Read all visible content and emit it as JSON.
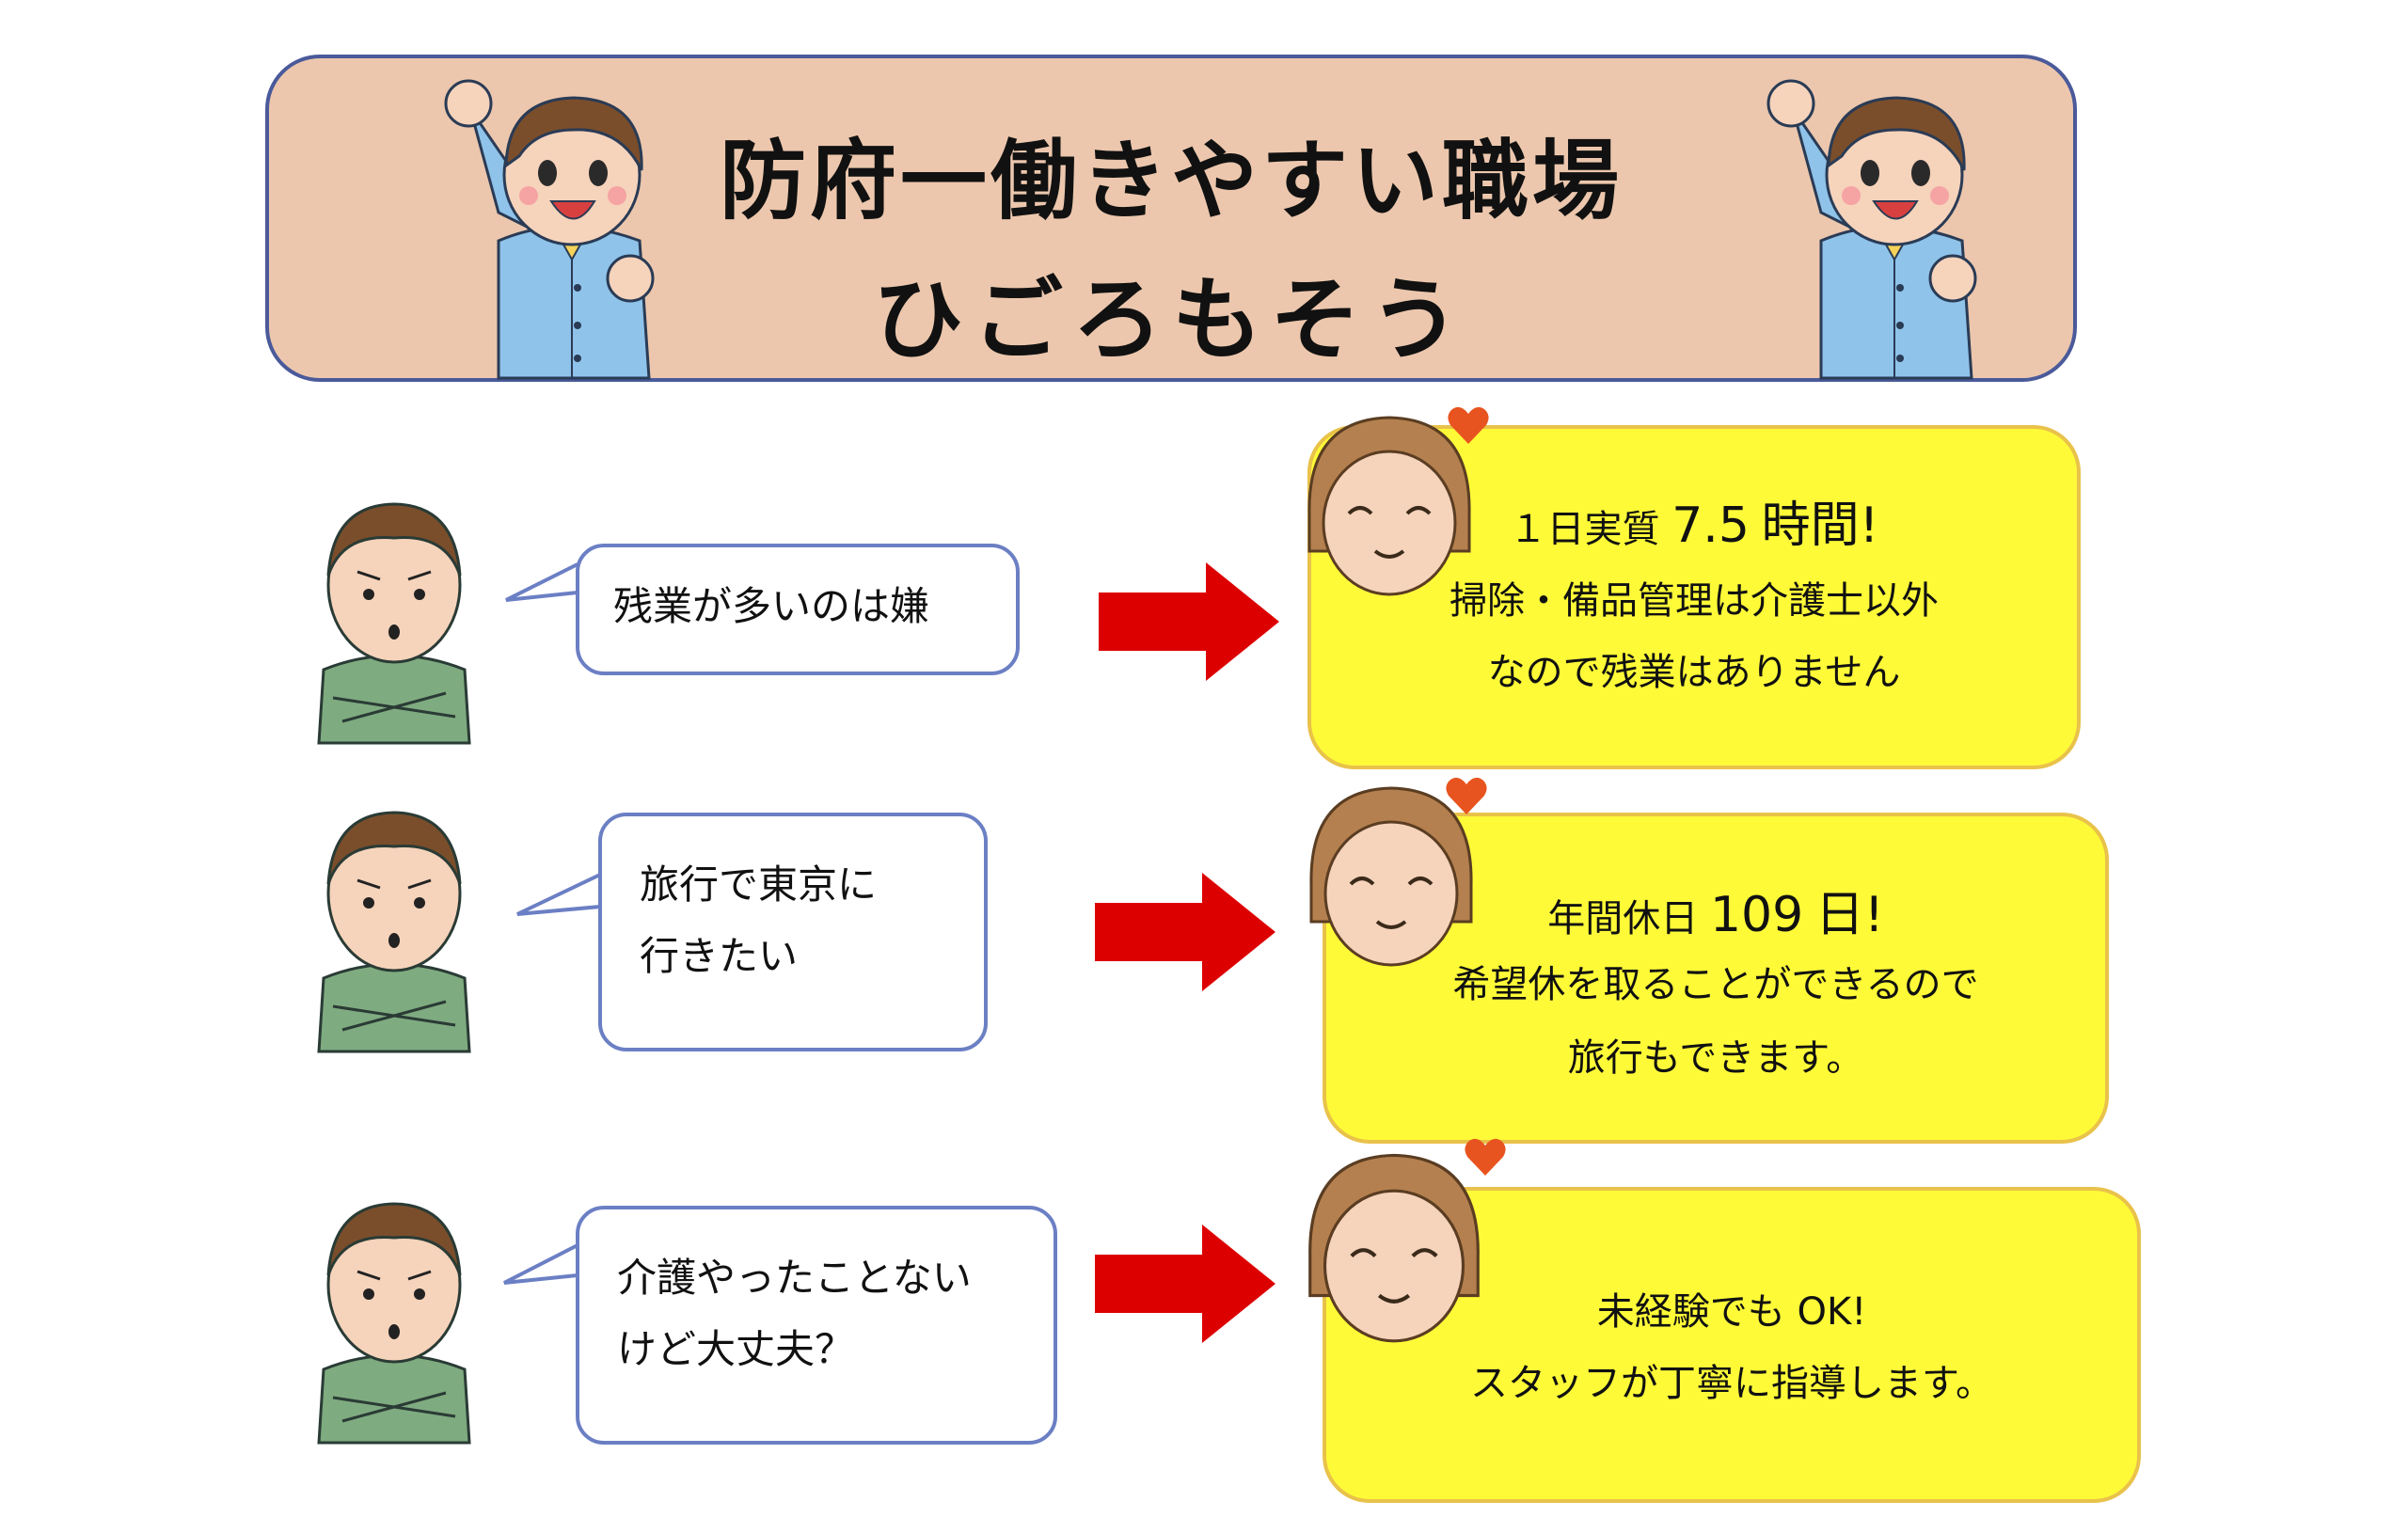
{
  "header": {
    "title_line1": "防府一働きやすい職場",
    "title_line2": "ひごろもそう"
  },
  "rows": [
    {
      "question_lines": [
        "残業が多いのは嫌"
      ],
      "answer": {
        "headline_prefix": "１日実質",
        "headline_value": "7.5",
        "headline_suffix": "時間!",
        "lines": [
          "掃除・備品管理は介護士以外",
          "なので残業はありません"
        ]
      }
    },
    {
      "question_lines": [
        "旅行で東京に",
        "行きたい"
      ],
      "answer": {
        "headline_prefix": "年間休日",
        "headline_value": "109",
        "headline_suffix": "日!",
        "lines": [
          "希望休を取ることができるので",
          "旅行もできます。"
        ]
      }
    },
    {
      "question_lines": [
        "介護やったことない",
        "けど大丈夫？"
      ],
      "answer": {
        "headline_prefix": "未経験でも",
        "headline_value": "OK!",
        "headline_suffix": "",
        "lines": [
          "スタッフが丁寧に指導します。"
        ]
      }
    }
  ],
  "colors": {
    "banner_fill": "#ecc7ad",
    "banner_border": "#4a5a9a",
    "answer_fill": "#fffa38",
    "answer_border": "#e9c24a",
    "arrow": "#dd0000",
    "heart": "#e8541f",
    "bubble_border": "#6b7fc4"
  },
  "icons": [
    "cheering-boy-icon",
    "worried-man-icon",
    "smiling-woman-icon",
    "heart-icon",
    "right-arrow-icon"
  ]
}
